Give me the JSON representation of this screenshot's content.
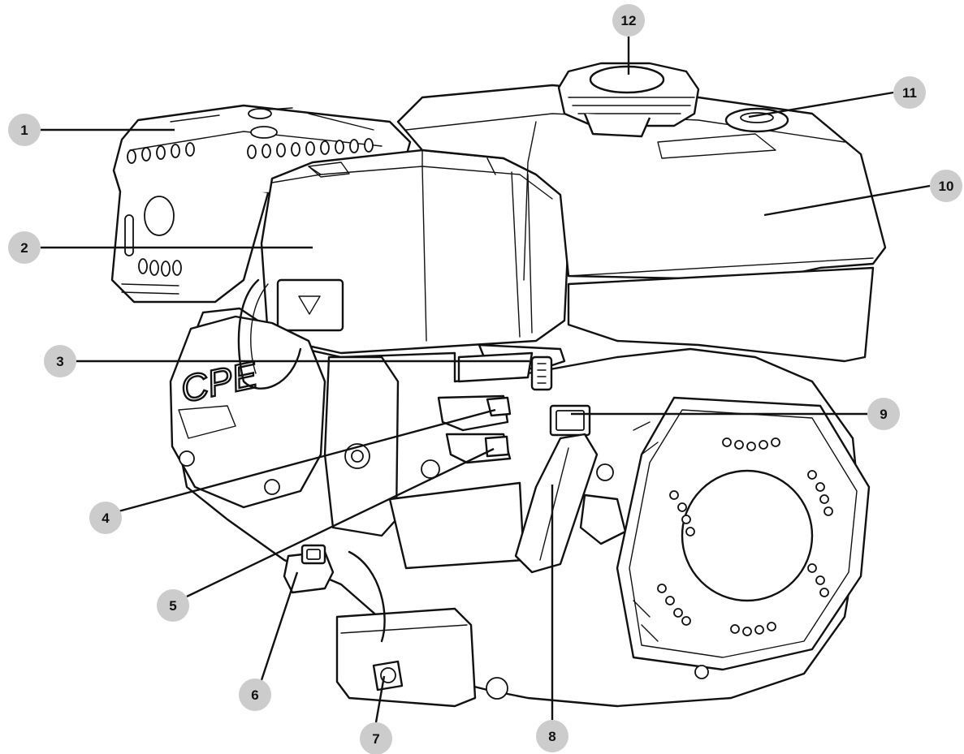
{
  "diagram": {
    "colors": {
      "line": "#111111",
      "callout_fill": "#cccccc",
      "background": "#ffffff"
    },
    "engine_markings": {
      "brand_text": "CPE"
    },
    "callouts": [
      {
        "number": "1"
      },
      {
        "number": "2"
      },
      {
        "number": "3"
      },
      {
        "number": "4"
      },
      {
        "number": "5"
      },
      {
        "number": "6"
      },
      {
        "number": "7"
      },
      {
        "number": "8"
      },
      {
        "number": "9"
      },
      {
        "number": "10"
      },
      {
        "number": "11"
      },
      {
        "number": "12"
      }
    ]
  }
}
